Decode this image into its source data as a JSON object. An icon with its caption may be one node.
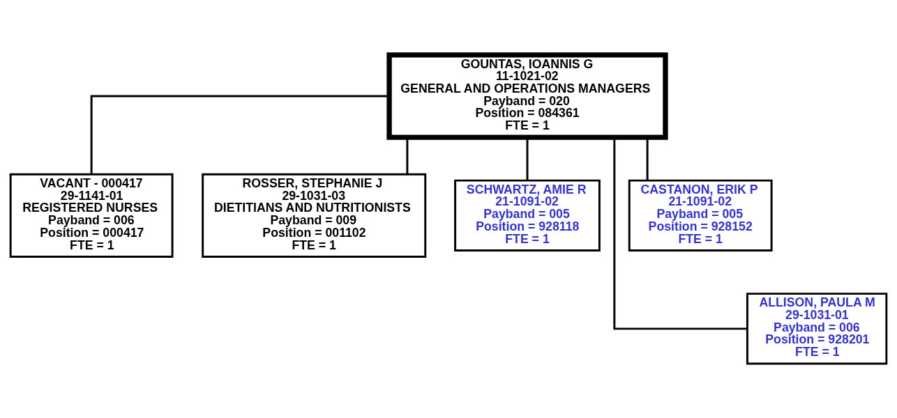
{
  "diagram": {
    "nodes": [
      {
        "text": [
          "GOUNTAS, IOANNIS G",
          "11-1021-02",
          "GENERAL AND OPERATIONS MANAGERS",
          "Payband = 020",
          "Position = 084361",
          "FTE = 1"
        ]
      },
      {
        "text": [
          "VACANT - 000417",
          "29-1141-01",
          "REGISTERED NURSES",
          "Payband = 006",
          "Position = 000417",
          "FTE = 1"
        ]
      },
      {
        "text": [
          "ROSSER, STEPHANIE J",
          "29-1031-03",
          "DIETITIANS AND NUTRITIONISTS",
          "Payband = 009",
          "Position = 001102",
          "FTE = 1"
        ]
      },
      {
        "text": [
          "SCHWARTZ, AMIE R",
          "21-1091-02",
          "Payband = 005",
          "Position = 928118",
          "FTE = 1"
        ]
      },
      {
        "text": [
          "CASTANON, ERIK P",
          "21-1091-02",
          "Payband = 005",
          "Position = 928152",
          "FTE = 1"
        ]
      },
      {
        "text": [
          "ALLISON, PAULA M",
          "29-1031-01",
          "Payband = 006",
          "Position = 928201",
          "FTE = 1"
        ]
      }
    ],
    "edges": [
      {
        "from": 0,
        "to": 1,
        "arrow": "none"
      },
      {
        "from": 0,
        "to": 2,
        "arrow": "none"
      },
      {
        "from": 0,
        "to": 3,
        "arrow": "none"
      },
      {
        "from": 0,
        "to": 4,
        "arrow": "none"
      },
      {
        "from": 0,
        "to": 5,
        "arrow": "none"
      }
    ]
  }
}
